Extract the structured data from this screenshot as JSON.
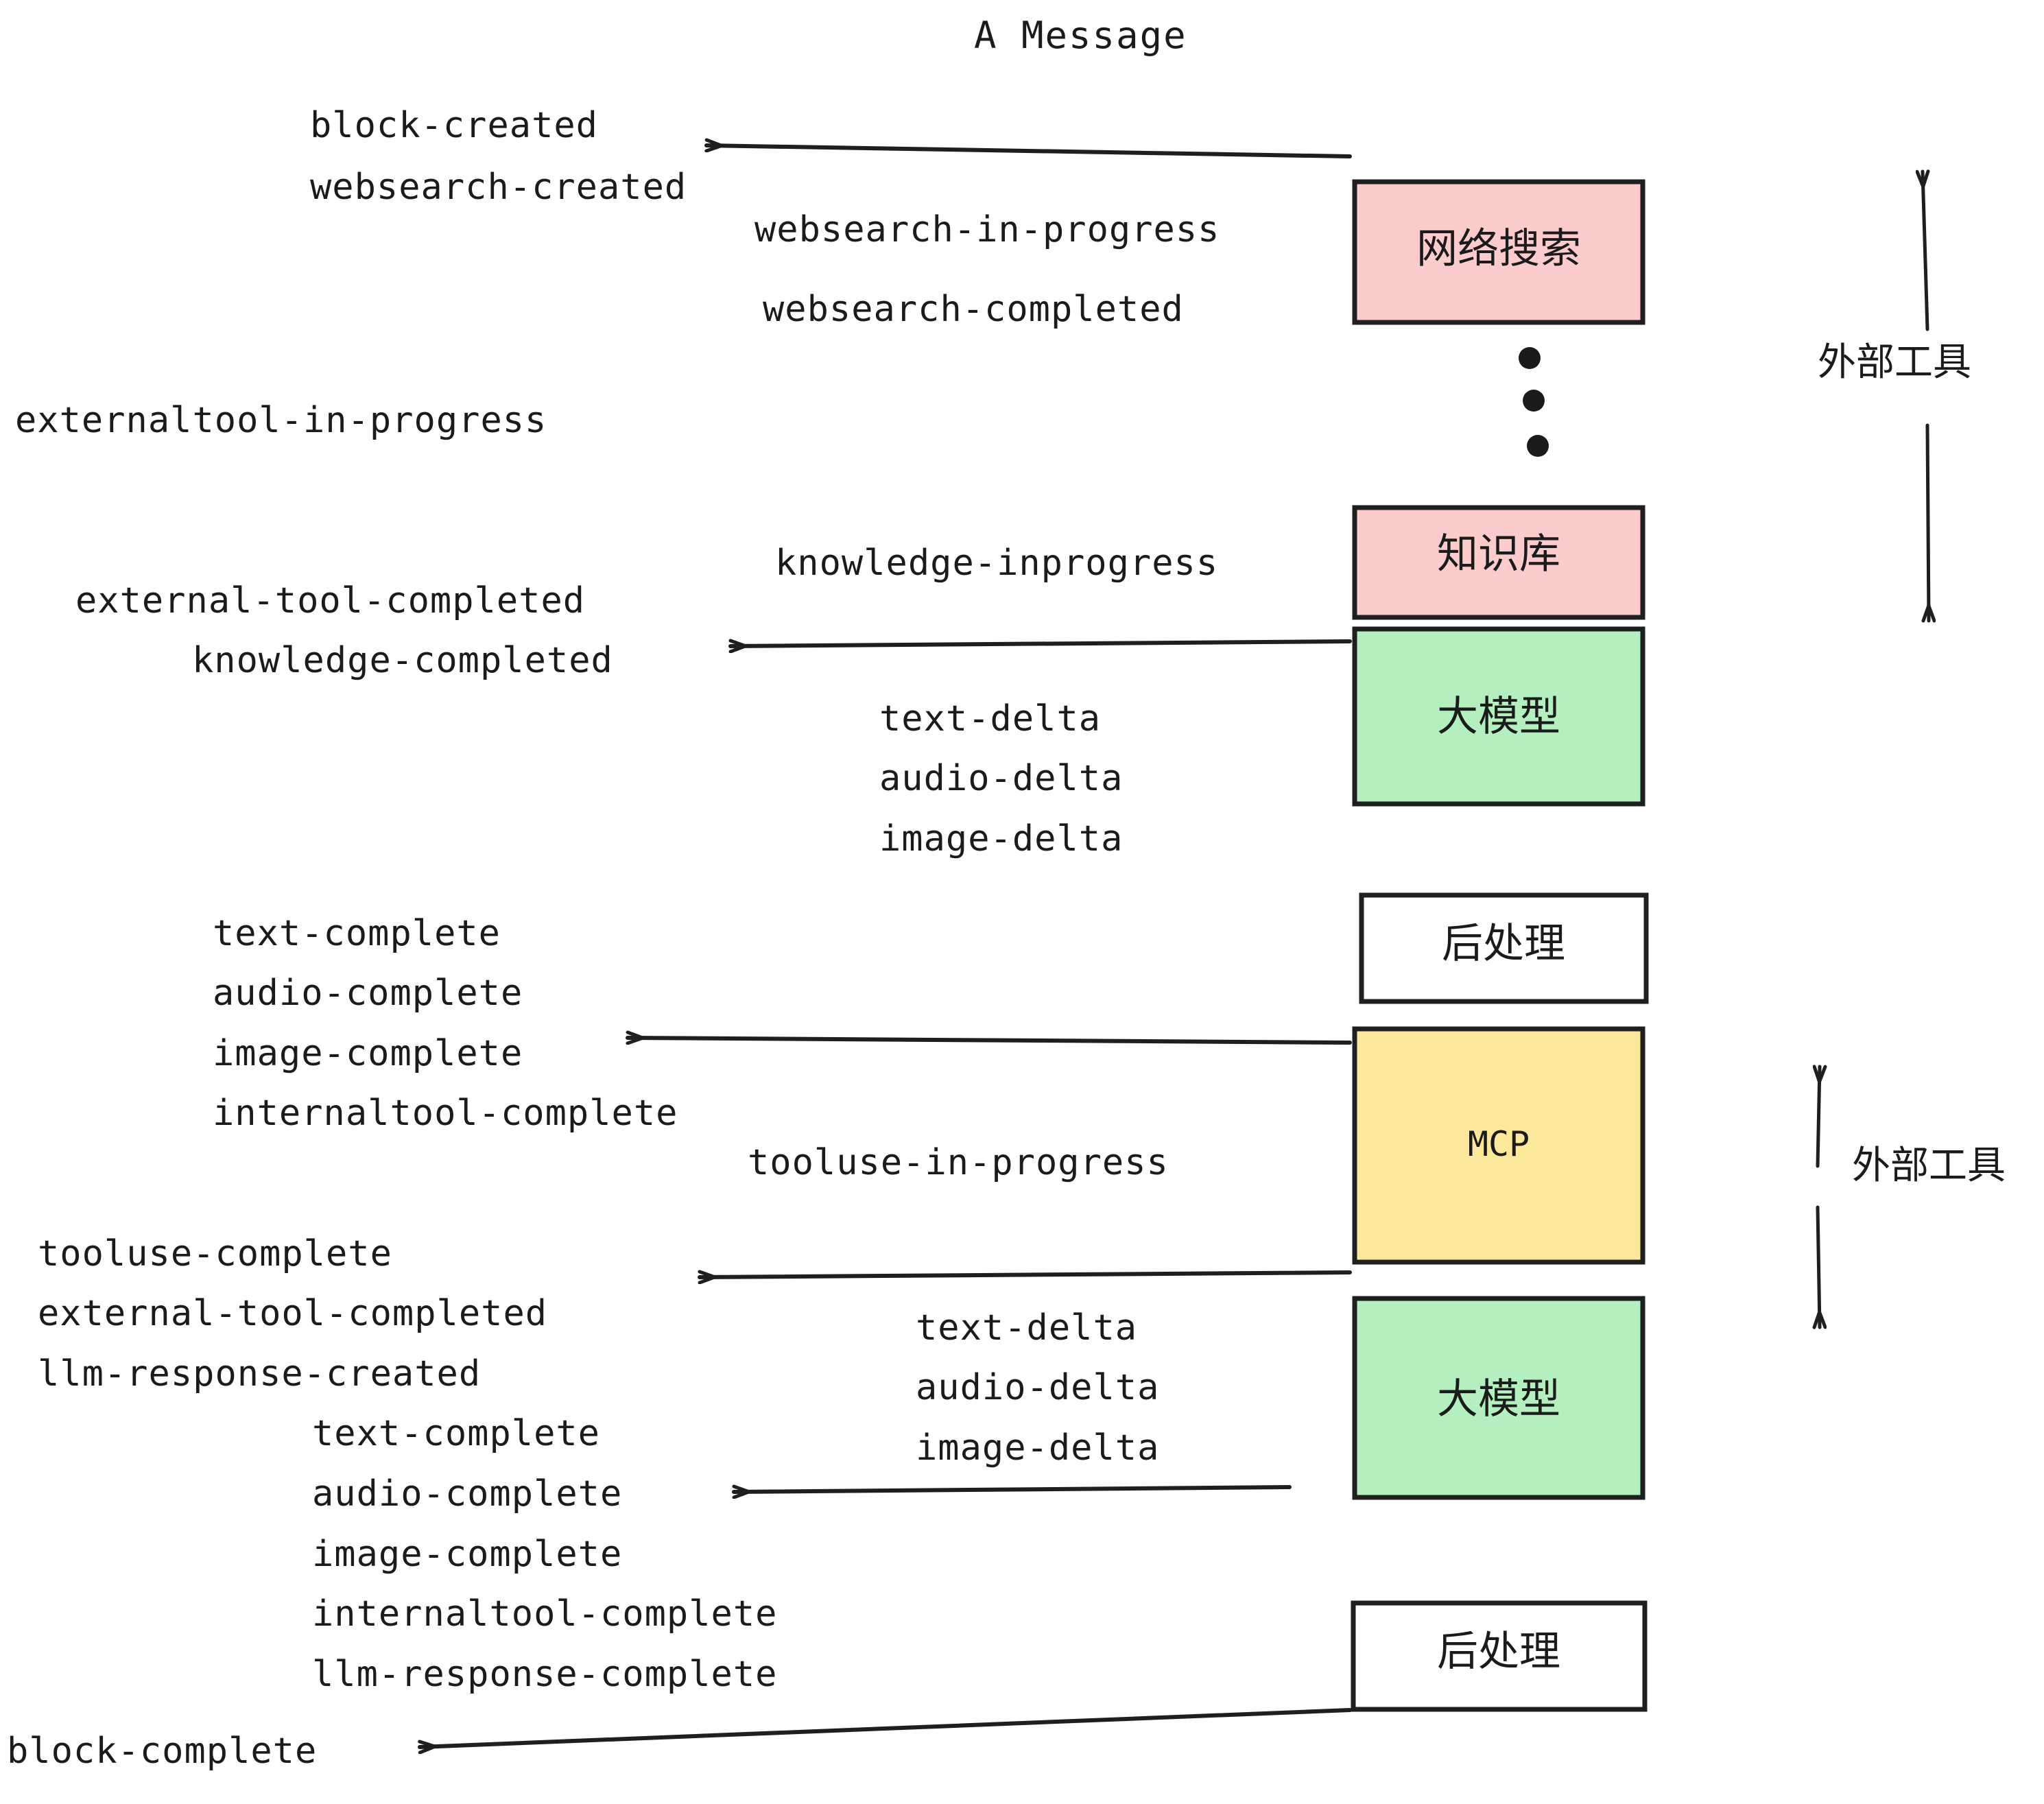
{
  "title": "A Message",
  "colors": {
    "pink": "#fbcccb",
    "green": "#b4f0bf",
    "yellow": "#fbe89a",
    "white": "#ffffff",
    "stroke": "#1f1f1f",
    "text": "#1b1b1b"
  },
  "boxes": [
    {
      "id": "websearch",
      "label": "网络搜索",
      "fill": "#fbcccb",
      "mono": false
    },
    {
      "id": "knowledge",
      "label": "知识库",
      "fill": "#fbcccb",
      "mono": false
    },
    {
      "id": "llm-top",
      "label": "大模型",
      "fill": "#b4f0bf",
      "mono": false
    },
    {
      "id": "postprocess-top",
      "label": "后处理",
      "fill": "#ffffff",
      "mono": false
    },
    {
      "id": "mcp",
      "label": "MCP",
      "fill": "#fbe89a",
      "mono": true
    },
    {
      "id": "llm-bottom",
      "label": "大模型",
      "fill": "#b4f0bf",
      "mono": false
    },
    {
      "id": "postprocess-bottom",
      "label": "后处理",
      "fill": "#ffffff",
      "mono": false
    }
  ],
  "side_labels": [
    {
      "id": "external-tools-top",
      "label": "外部工具"
    },
    {
      "id": "external-tools-bottom",
      "label": "外部工具"
    }
  ],
  "events": [
    {
      "id": "block-created",
      "text": "block-created"
    },
    {
      "id": "websearch-created",
      "text": "websearch-created"
    },
    {
      "id": "websearch-in-progress",
      "text": "websearch-in-progress"
    },
    {
      "id": "websearch-completed",
      "text": "websearch-completed"
    },
    {
      "id": "externaltool-in-progress",
      "text": "externaltool-in-progress"
    },
    {
      "id": "knowledge-inprogress",
      "text": "knowledge-inprogress"
    },
    {
      "id": "external-tool-completed-1",
      "text": "external-tool-completed"
    },
    {
      "id": "knowledge-completed",
      "text": "knowledge-completed"
    },
    {
      "id": "text-delta-1",
      "text": "text-delta"
    },
    {
      "id": "audio-delta-1",
      "text": "audio-delta"
    },
    {
      "id": "image-delta-1",
      "text": "image-delta"
    },
    {
      "id": "text-complete-1",
      "text": "text-complete"
    },
    {
      "id": "audio-complete-1",
      "text": "audio-complete"
    },
    {
      "id": "image-complete-1",
      "text": "image-complete"
    },
    {
      "id": "internaltool-complete-1",
      "text": "internaltool-complete"
    },
    {
      "id": "tooluse-in-progress",
      "text": "tooluse-in-progress"
    },
    {
      "id": "tooluse-complete",
      "text": "tooluse-complete"
    },
    {
      "id": "external-tool-completed-2",
      "text": "external-tool-completed"
    },
    {
      "id": "llm-response-created",
      "text": "llm-response-created"
    },
    {
      "id": "text-delta-2",
      "text": "text-delta"
    },
    {
      "id": "audio-delta-2",
      "text": "audio-delta"
    },
    {
      "id": "image-delta-2",
      "text": "image-delta"
    },
    {
      "id": "text-complete-2",
      "text": "text-complete"
    },
    {
      "id": "audio-complete-2",
      "text": "audio-complete"
    },
    {
      "id": "image-complete-2",
      "text": "image-complete"
    },
    {
      "id": "internaltool-complete-2",
      "text": "internaltool-complete"
    },
    {
      "id": "llm-response-complete",
      "text": "llm-response-complete"
    },
    {
      "id": "block-complete",
      "text": "block-complete"
    }
  ]
}
